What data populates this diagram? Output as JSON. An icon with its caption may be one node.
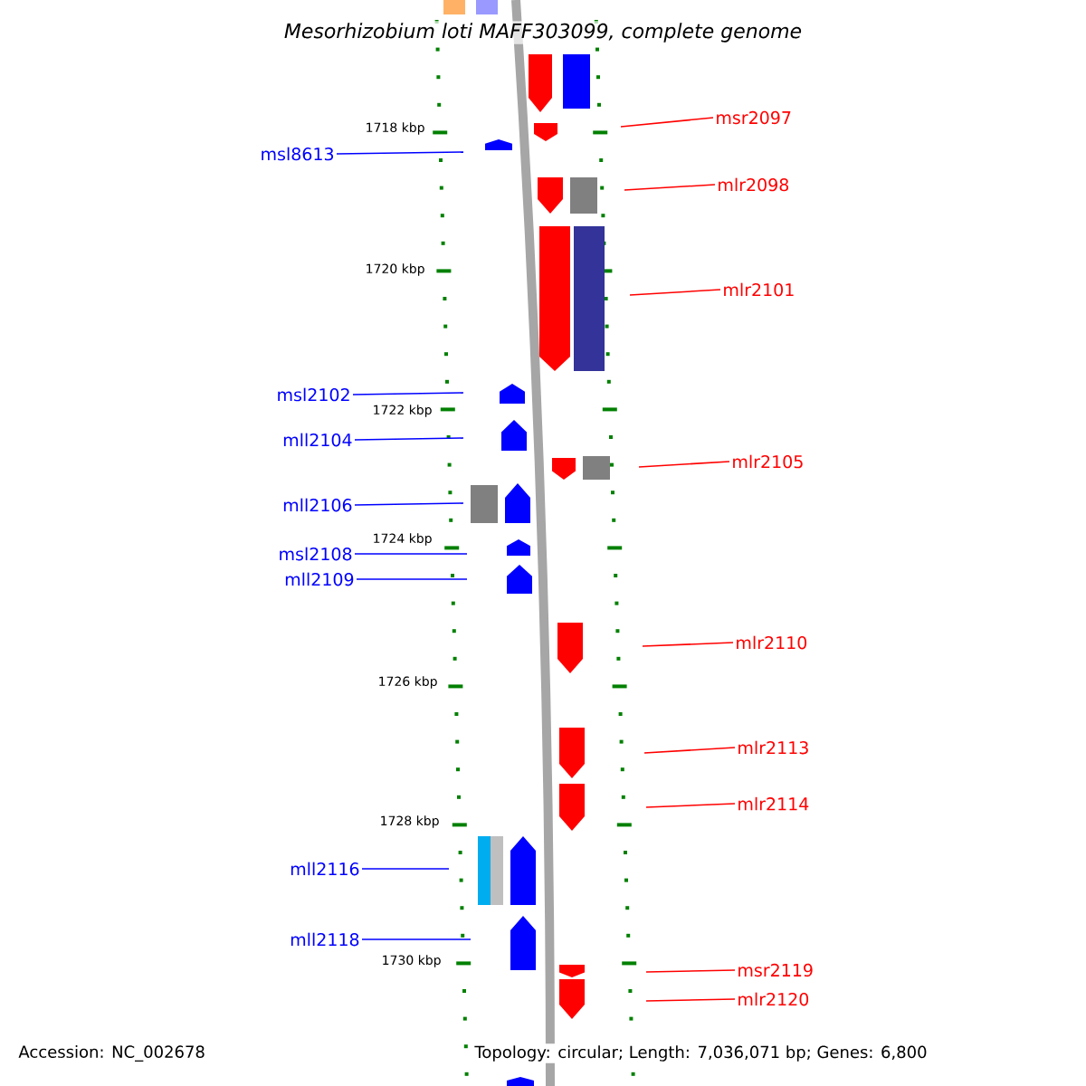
{
  "diagram": {
    "title": "Mesorhizobium loti MAFF303099, complete genome",
    "nodes": [
      {
        "text": [
          "msr2097"
        ]
      },
      {
        "text": [
          "msl8613"
        ]
      },
      {
        "text": [
          "mlr2098"
        ]
      },
      {
        "text": [
          "mlr2101"
        ]
      },
      {
        "text": [
          "msl2102"
        ]
      },
      {
        "text": [
          "mll2104"
        ]
      },
      {
        "text": [
          "mlr2105"
        ]
      },
      {
        "text": [
          "mll2106"
        ]
      },
      {
        "text": [
          "msl2108"
        ]
      },
      {
        "text": [
          "mll2109"
        ]
      },
      {
        "text": [
          "mlr2110"
        ]
      },
      {
        "text": [
          "mlr2113"
        ]
      },
      {
        "text": [
          "mlr2114"
        ]
      },
      {
        "text": [
          "mll2116"
        ]
      },
      {
        "text": [
          "mll2118"
        ]
      },
      {
        "text": [
          "msr2119"
        ]
      },
      {
        "text": [
          "mlr2120"
        ]
      }
    ],
    "edges": [
      {
        "from": 0,
        "to": null,
        "arrow": "none",
        "color": "#ff0000"
      },
      {
        "from": 1,
        "to": null,
        "arrow": "none",
        "color": "#0000ff"
      },
      {
        "from": 2,
        "to": null,
        "arrow": "none",
        "color": "#ff0000"
      },
      {
        "from": 3,
        "to": null,
        "arrow": "none",
        "color": "#ff0000"
      },
      {
        "from": 4,
        "to": null,
        "arrow": "none",
        "color": "#0000ff"
      },
      {
        "from": 5,
        "to": null,
        "arrow": "none",
        "color": "#0000ff"
      },
      {
        "from": 6,
        "to": null,
        "arrow": "none",
        "color": "#ff0000"
      },
      {
        "from": 7,
        "to": null,
        "arrow": "none",
        "color": "#0000ff"
      },
      {
        "from": 8,
        "to": null,
        "arrow": "none",
        "color": "#0000ff"
      },
      {
        "from": 9,
        "to": null,
        "arrow": "none",
        "color": "#0000ff"
      },
      {
        "from": 10,
        "to": null,
        "arrow": "none",
        "color": "#ff0000"
      },
      {
        "from": 11,
        "to": null,
        "arrow": "none",
        "color": "#ff0000"
      },
      {
        "from": 12,
        "to": null,
        "arrow": "none",
        "color": "#ff0000"
      },
      {
        "from": 13,
        "to": null,
        "arrow": "none",
        "color": "#0000ff"
      },
      {
        "from": 14,
        "to": null,
        "arrow": "none",
        "color": "#0000ff"
      },
      {
        "from": 15,
        "to": null,
        "arrow": "none",
        "color": "#ff0000"
      },
      {
        "from": 16,
        "to": null,
        "arrow": "none",
        "color": "#ff0000"
      }
    ],
    "labels": [
      "1718 kbp",
      "1720 kbp",
      "1722 kbp",
      "1724 kbp",
      "1726 kbp",
      "1728 kbp",
      "1730 kbp",
      "Accession: NC_002678",
      "Topology: circular; Length: 7,036,071 bp; Genes: 6,800"
    ]
  }
}
